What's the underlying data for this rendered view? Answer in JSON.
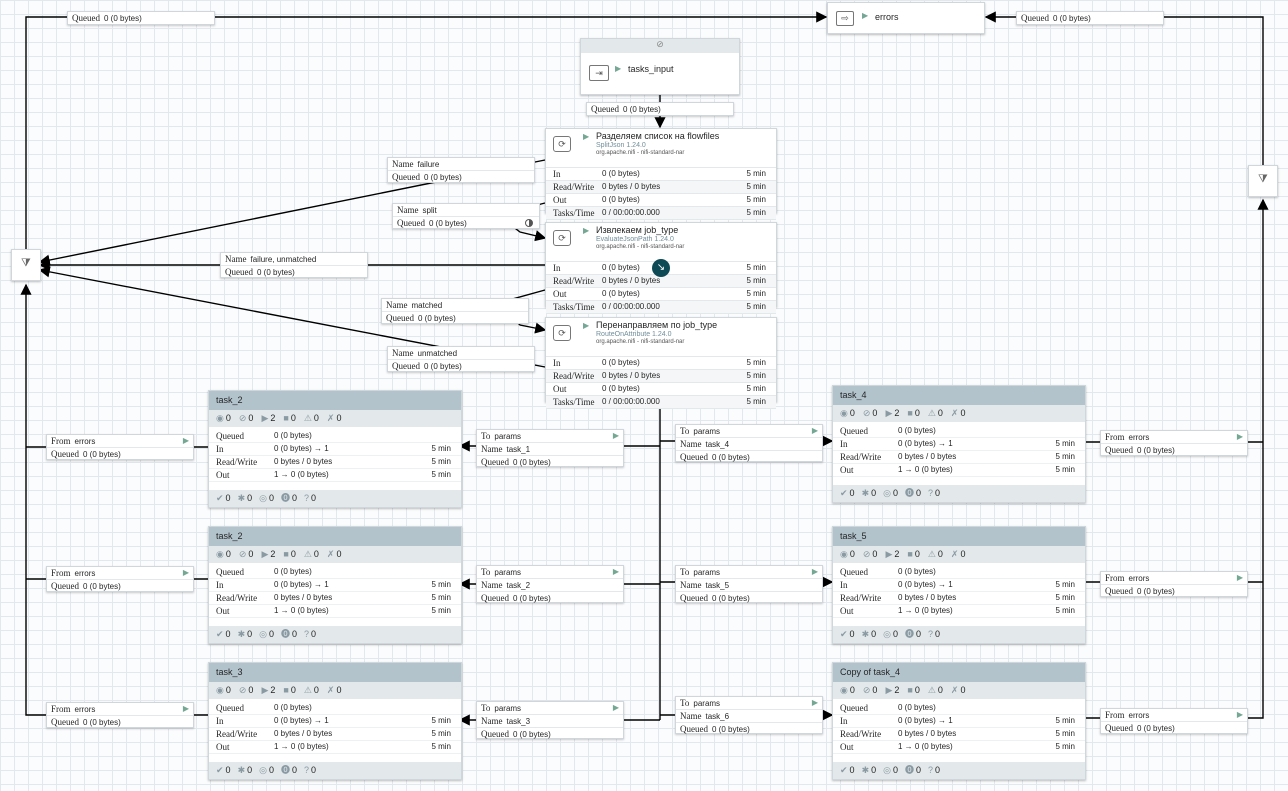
{
  "output_port": {
    "name": "errors",
    "icon": "output-port-icon"
  },
  "input_port": {
    "name": "tasks_input",
    "icon": "input-port-icon"
  },
  "labels": {
    "queued": "Queued",
    "name": "Name",
    "from": "From",
    "to": "To",
    "in": "In",
    "read_write": "Read/Write",
    "out": "Out",
    "tasks_time": "Tasks/Time"
  },
  "queue_value": "0 (0 bytes)",
  "processors": [
    {
      "name": "Разделяем список на flowfiles",
      "type": "SplitJson 1.24.0",
      "bundle": "org.apache.nifi - nifi-standard-nar",
      "in": "0 (0 bytes)",
      "rw": "0 bytes / 0 bytes",
      "out": "0 (0 bytes)",
      "tasks": "0 / 00:00:00.000",
      "window": "5 min"
    },
    {
      "name": "Извлекаем job_type",
      "type": "EvaluateJsonPath 1.24.0",
      "bundle": "org.apache.nifi - nifi-standard-nar",
      "in": "0 (0 bytes)",
      "rw": "0 bytes / 0 bytes",
      "out": "0 (0 bytes)",
      "tasks": "0 / 00:00:00.000",
      "window": "5 min"
    },
    {
      "name": "Перенаправляем по job_type",
      "type": "RouteOnAttribute 1.24.0",
      "bundle": "org.apache.nifi - nifi-standard-nar",
      "in": "0 (0 bytes)",
      "rw": "0 bytes / 0 bytes",
      "out": "0 (0 bytes)",
      "tasks": "0 / 00:00:00.000",
      "window": "5 min"
    }
  ],
  "relationships": {
    "failure": "failure",
    "split": "split",
    "failure_unmatched": "failure, unmatched",
    "matched": "matched",
    "unmatched": "unmatched"
  },
  "port_names": {
    "errors": "errors",
    "params": "params"
  },
  "process_groups": [
    {
      "name": "task_2",
      "to_name": "task_1"
    },
    {
      "name": "task_2",
      "to_name": "task_2"
    },
    {
      "name": "task_3",
      "to_name": "task_3"
    },
    {
      "name": "task_4",
      "to_name": "task_4"
    },
    {
      "name": "task_5",
      "to_name": "task_5"
    },
    {
      "name": "Copy of task_4",
      "to_name": "task_6"
    }
  ],
  "pg_counts": [
    "0",
    "0",
    "2",
    "0",
    "0",
    "0"
  ],
  "pg_foot": [
    "0",
    "0",
    "0",
    "0",
    "0"
  ],
  "pg_stats": {
    "queued": "0 (0 bytes)",
    "in": "0 (0 bytes) → 1",
    "rw": "0 bytes / 0 bytes",
    "out": "1 → 0 (0 bytes)",
    "window": "5 min"
  }
}
